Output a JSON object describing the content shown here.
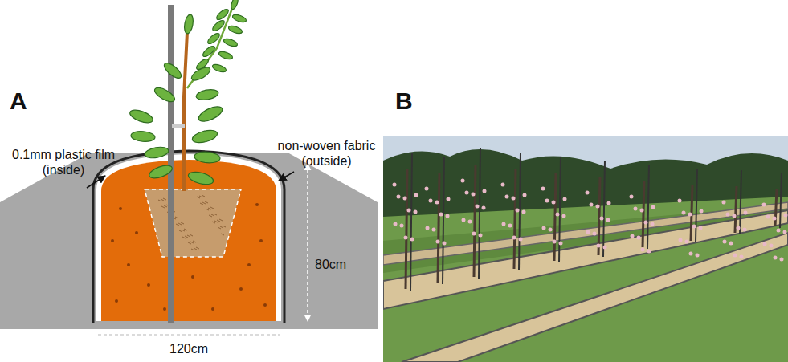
{
  "diagram": {
    "labels": [
      "A",
      "B",
      "0.1mm plastic film (inside)",
      "non-woven fabric (outside)",
      "80cm",
      "120cm"
    ]
  }
}
